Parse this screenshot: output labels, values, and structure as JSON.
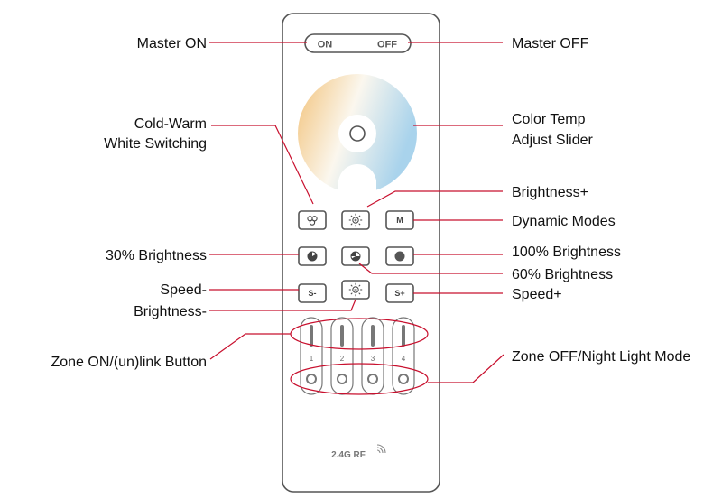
{
  "remote": {
    "on_label": "ON",
    "off_label": "OFF",
    "speed_minus": "S-",
    "speed_plus": "S+",
    "mode": "M",
    "zones": [
      "1",
      "2",
      "3",
      "4"
    ],
    "rf_label": "2.4G RF"
  },
  "callouts": {
    "master_on": "Master ON",
    "master_off": "Master OFF",
    "cold_warm_1": "Cold-Warm",
    "cold_warm_2": "White Switching",
    "color_temp_1": "Color Temp",
    "color_temp_2": "Adjust Slider",
    "brightness_plus": "Brightness+",
    "dynamic_modes": "Dynamic Modes",
    "brightness_30": "30% Brightness",
    "brightness_100": "100% Brightness",
    "brightness_60": "60% Brightness",
    "speed_minus": "Speed-",
    "speed_plus": "Speed+",
    "brightness_minus": "Brightness-",
    "zone_on": "Zone ON/(un)link Button",
    "zone_off": "Zone OFF/Night Light Mode"
  },
  "colors": {
    "leader": "#c8102e",
    "warm": "#f2c27a",
    "cool": "#a9d3ec"
  }
}
